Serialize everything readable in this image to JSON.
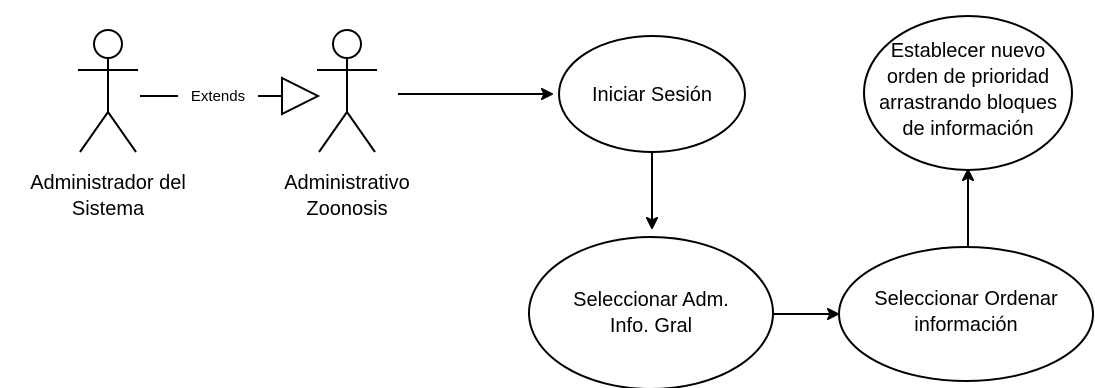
{
  "actors": [
    {
      "id": "admin-sistema",
      "label_lines": [
        "Administrador del",
        "Sistema"
      ]
    },
    {
      "id": "admin-zoonosis",
      "label_lines": [
        "Administrativo",
        "Zoonosis"
      ]
    }
  ],
  "generalization": {
    "label": "Extends"
  },
  "use_cases": [
    {
      "id": "iniciar-sesion",
      "label_lines": [
        "Iniciar Sesión"
      ]
    },
    {
      "id": "seleccionar-adm",
      "label_lines": [
        "Seleccionar Adm.",
        "Info. Gral"
      ]
    },
    {
      "id": "seleccionar-ordenar",
      "label_lines": [
        "Seleccionar Ordenar",
        "información"
      ]
    },
    {
      "id": "establecer-orden",
      "label_lines": [
        "Establecer nuevo",
        "orden de prioridad",
        "arrastrando bloques",
        "de información"
      ]
    }
  ],
  "colors": {
    "stroke": "#000000",
    "background": "#ffffff"
  }
}
